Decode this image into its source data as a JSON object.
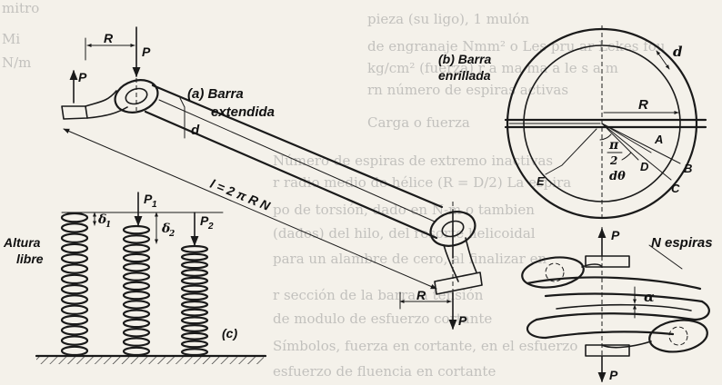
{
  "labels": {
    "a_title": "(a) Barra",
    "a_title2": "extendida",
    "b_title": "(b) Barra",
    "b_title2": "enrillada",
    "c_title": "(c)",
    "altura": "Altura",
    "libre": "libre",
    "n_espiras": "N espiras",
    "formula": "l = 2 π R N",
    "R": "R",
    "P": "P",
    "d": "d",
    "P1": "P",
    "P1_sub": "1",
    "P2": "P",
    "P2_sub": "2",
    "delta1": "δ",
    "delta1_sub": "1",
    "delta2": "δ",
    "delta2_sub": "2",
    "pi": "π",
    "two": "2",
    "dtheta": "dθ",
    "A": "A",
    "B": "B",
    "C": "C",
    "D": "D",
    "E": "E",
    "alpha": "α"
  },
  "ghost_text": [
    "mitro",
    "Mi",
    "N/m",
    "pieza (su ligo), 1 mulón",
    "de engranaje Nmm² o Les pru ar Lekes fou",
    "kg/cm² (fuerza)  r a ma ma a le  s a m",
    "rn número de espiras activas",
    "Carga o fuerza",
    "Número de espiras de extremo inactivas",
    "r  radio medio de hélice (R = D/2) La espira",
    "po de torsión, dado en N-m o tambien",
    "(dados) del hilo, del resorte helicoidal",
    "para un alambre de cero, al finalizar en",
    "r sección de la barra a tensión",
    "de modulo de esfuerzo cortante",
    "Símbolos, fuerza en cortante, en el esfuerzo",
    "esfuerzo de fluencia en cortante"
  ]
}
